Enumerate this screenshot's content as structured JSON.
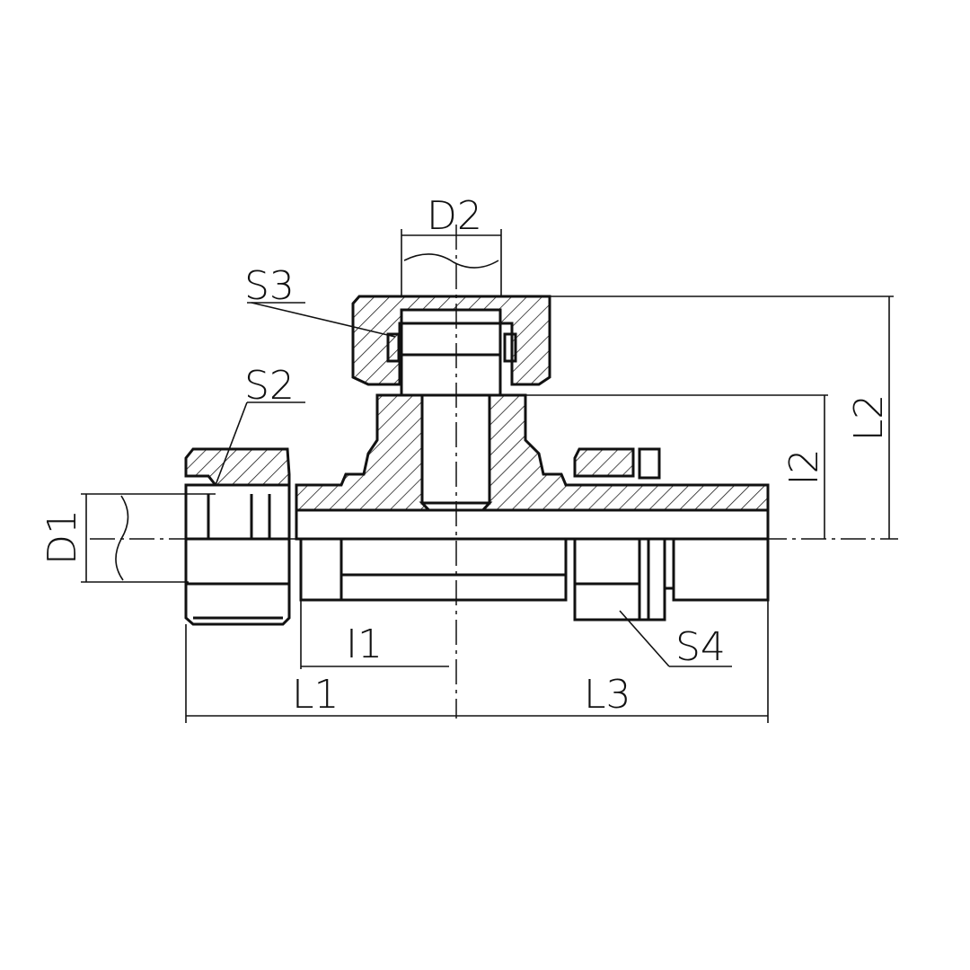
{
  "drawing": {
    "title": "Tee fitting with adjustable stud end",
    "labels": {
      "d2": "D2",
      "s3": "S3",
      "s2": "S2",
      "d1": "D1",
      "i2": "I2",
      "l2": "L2",
      "i1": "I1",
      "l1": "L1",
      "l3": "L3",
      "s4": "S4"
    }
  }
}
